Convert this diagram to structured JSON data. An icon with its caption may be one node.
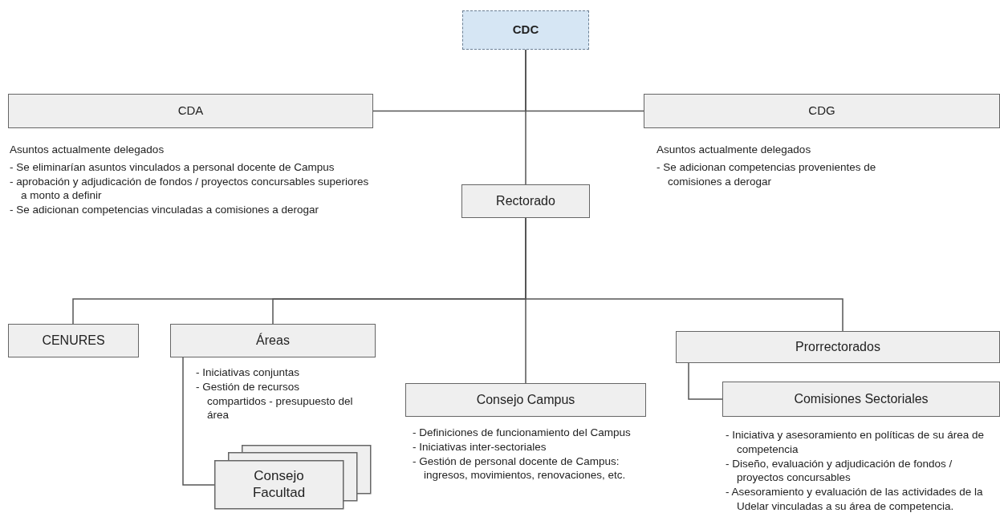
{
  "diagram": {
    "nodes": [
      {
        "text": [
          "CDC"
        ]
      },
      {
        "text": [
          "CDA"
        ],
        "beside": [
          "Asuntos actualmente delegados",
          "- Se eliminarían asuntos vinculados a personal docente de Campus",
          "- aprobación y adjudicación de fondos / proyectos concursables superiores a monto a definir",
          "- Se adicionan competencias vinculadas a comisiones a derogar"
        ]
      },
      {
        "text": [
          "CDG"
        ],
        "beside": [
          "Asuntos actualmente delegados",
          "- Se adicionan competencias provenientes de comisiones a derogar"
        ]
      },
      {
        "text": [
          "Rectorado"
        ]
      },
      {
        "text": [
          "CENURES"
        ]
      },
      {
        "text": [
          "Áreas"
        ],
        "beside": [
          "- Iniciativas conjuntas",
          "- Gestión de recursos compartidos - presupuesto del área"
        ]
      },
      {
        "text": [
          "Consejo Campus"
        ],
        "beside": [
          "- Definiciones de funcionamiento del Campus",
          "- Iniciativas inter-sectoriales",
          "- Gestión de personal docente de Campus: ingresos, movimientos, renovaciones, etc."
        ]
      },
      {
        "text": [
          "Prorrectorados"
        ]
      },
      {
        "text": [
          "Comisiones Sectoriales"
        ],
        "beside": [
          "- Iniciativa y asesoramiento en políticas de su área de competencia",
          "- Diseño, evaluación y adjudicación de fondos / proyectos concursables",
          "- Asesoramiento y evaluación de las actividades de la Udelar vinculadas a su área de competencia."
        ]
      },
      {
        "text": [
          "Consejo Facultad"
        ]
      }
    ],
    "edges": [
      {
        "from": 0,
        "to": 3,
        "arrow": "none"
      },
      {
        "from": 0,
        "to": 1,
        "arrow": "none"
      },
      {
        "from": 0,
        "to": 2,
        "arrow": "none"
      },
      {
        "from": 3,
        "to": 4,
        "arrow": "none"
      },
      {
        "from": 3,
        "to": 5,
        "arrow": "none"
      },
      {
        "from": 3,
        "to": 6,
        "arrow": "none"
      },
      {
        "from": 3,
        "to": 7,
        "arrow": "none"
      },
      {
        "from": 5,
        "to": 9,
        "arrow": "none"
      },
      {
        "from": 7,
        "to": 8,
        "arrow": "none"
      }
    ]
  }
}
